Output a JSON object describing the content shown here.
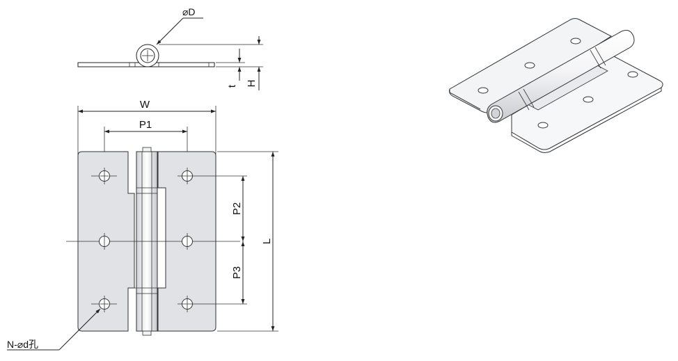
{
  "labels": {
    "diameter_D": "⌀D",
    "thickness": "t",
    "height": "H",
    "width": "W",
    "pitch_1": "P1",
    "pitch_2": "P2",
    "pitch_3": "P3",
    "length": "L",
    "holes": "N-⌀d孔"
  },
  "colors": {
    "plate_fill": "#e1e2e6",
    "line": "#222222",
    "background": "#ffffff"
  }
}
